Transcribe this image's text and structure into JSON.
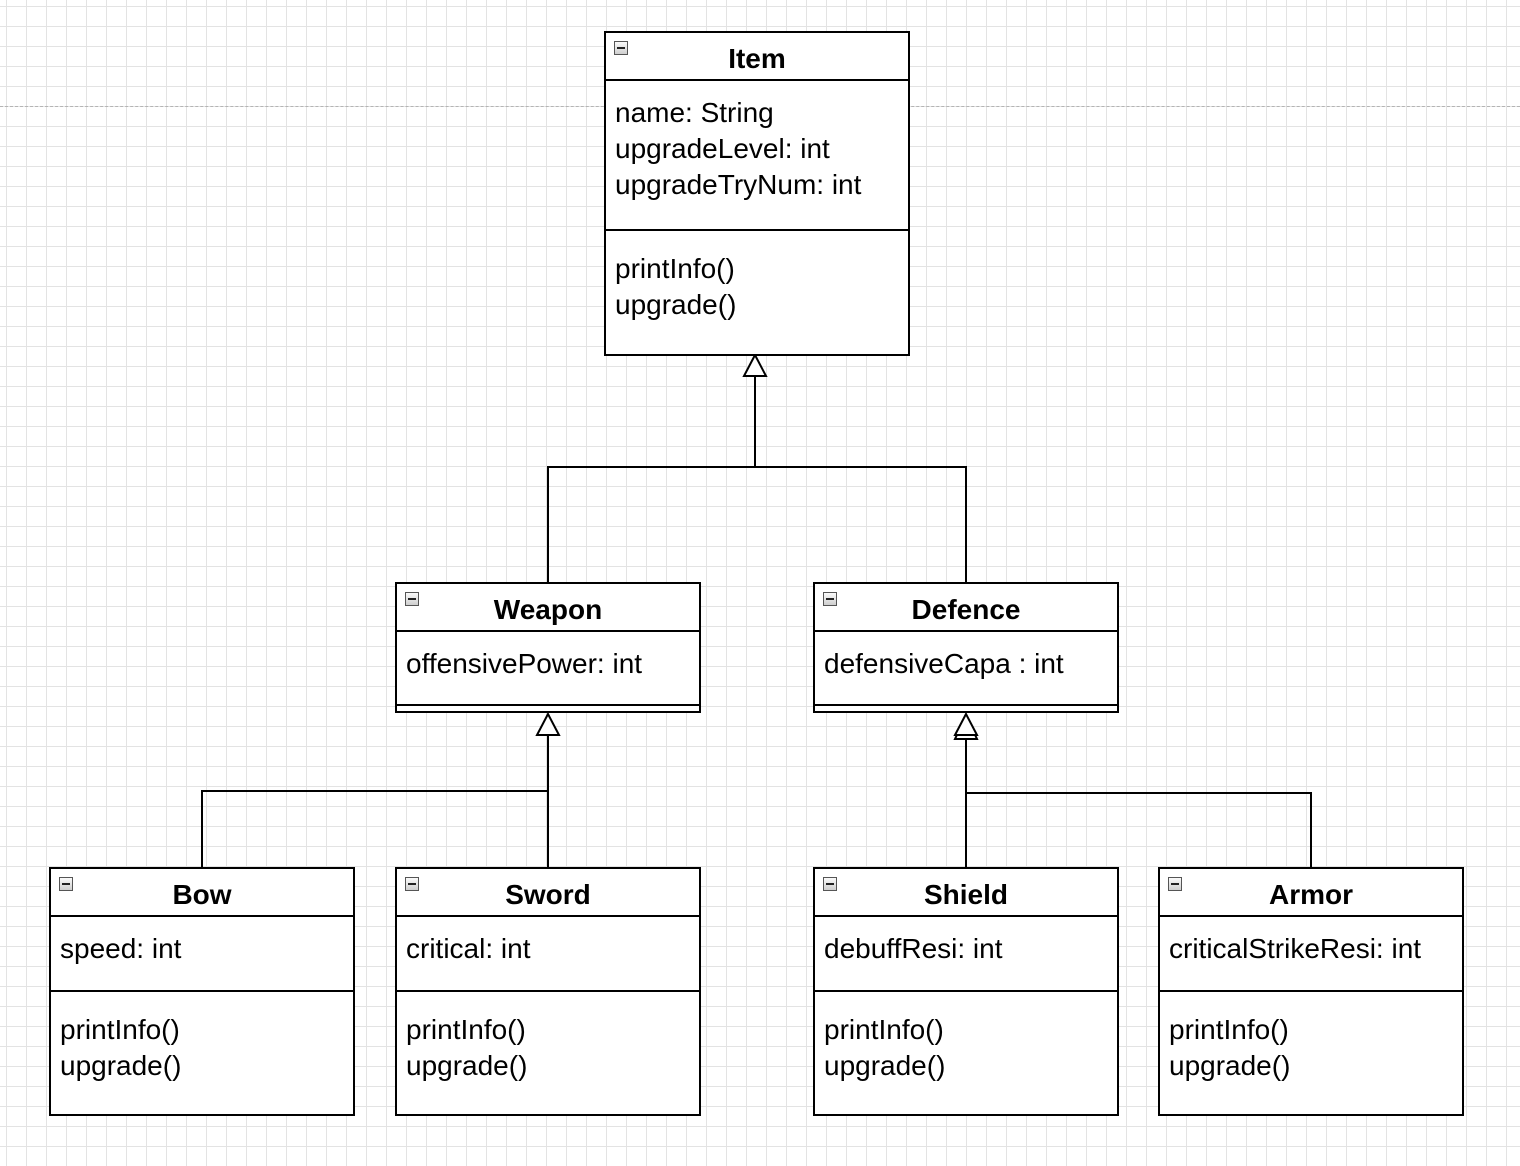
{
  "classes": {
    "item": {
      "name": "Item",
      "attributes": [
        "name: String",
        "upgradeLevel: int",
        "upgradeTryNum: int"
      ],
      "methods": [
        "printInfo()",
        "upgrade()"
      ]
    },
    "weapon": {
      "name": "Weapon",
      "attributes": [
        "offensivePower: int"
      ],
      "methods": []
    },
    "defence": {
      "name": "Defence",
      "attributes": [
        "defensiveCapa : int"
      ],
      "methods": []
    },
    "bow": {
      "name": "Bow",
      "attributes": [
        "speed: int"
      ],
      "methods": [
        "printInfo()",
        "upgrade()"
      ]
    },
    "sword": {
      "name": "Sword",
      "attributes": [
        "critical: int"
      ],
      "methods": [
        "printInfo()",
        "upgrade()"
      ]
    },
    "shield": {
      "name": "Shield",
      "attributes": [
        "debuffResi: int"
      ],
      "methods": [
        "printInfo()",
        "upgrade()"
      ]
    },
    "armor": {
      "name": "Armor",
      "attributes": [
        "criticalStrikeResi: int"
      ],
      "methods": [
        "printInfo()",
        "upgrade()"
      ]
    }
  },
  "relations": [
    {
      "type": "generalization",
      "from": "weapon",
      "to": "item"
    },
    {
      "type": "generalization",
      "from": "defence",
      "to": "item"
    },
    {
      "type": "generalization",
      "from": "bow",
      "to": "weapon"
    },
    {
      "type": "generalization",
      "from": "sword",
      "to": "weapon"
    },
    {
      "type": "generalization",
      "from": "shield",
      "to": "defence"
    },
    {
      "type": "generalization",
      "from": "armor",
      "to": "defence"
    }
  ]
}
